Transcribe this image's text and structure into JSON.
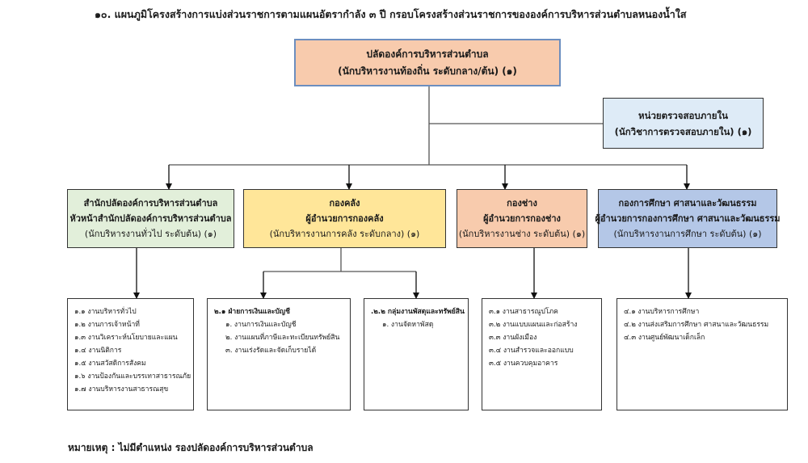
{
  "title": "๑๐. แผนภูมิโครงสร้างการแบ่งส่วนราชการตามแผนอัตรากำลัง ๓ ปี  กรอบโครงสร้างส่วนราชการขององค์การบริหารส่วนตำบลหนองน้ำใส",
  "top": {
    "line1": "ปลัดองค์การบริหารส่วนตำบล",
    "line2": "(นักบริหารงานท้องถิ่น ระดับกลาง/ต้น) (๑)",
    "color": "#f8cbad"
  },
  "audit": {
    "line1": "หน่วยตรวจสอบภายใน",
    "line2": "(นักวิชาการตรวจสอบภายใน) (๑)",
    "color": "#deebf7"
  },
  "departments": [
    {
      "lines": [
        "สำนักปลัดองค์การบริหารส่วนตำบล",
        "หัวหน้าสำนักปลัดองค์การบริหารส่วนตำบล",
        "(นักบริหารงานทั่วไป ระดับต้น) (๑)"
      ],
      "color": "#e2efda"
    },
    {
      "lines": [
        "กองคลัง",
        "ผู้อำนวยการกองคลัง",
        "(นักบริหารงานการคลัง ระดับกลาง) (๑)"
      ],
      "color": "#ffe699"
    },
    {
      "lines": [
        "กองช่าง",
        "ผู้อำนวยการกองช่าง",
        "(นักบริหารงานช่าง ระดับต้น) (๑)"
      ],
      "color": "#f8cbad"
    },
    {
      "lines": [
        "กองการศึกษา ศาสนาและวัฒนธรรม",
        "ผู้อำนวยการกองการศึกษา ศาสนาและวัฒนธรรม",
        "(นักบริหารงานการศึกษา ระดับต้น) (๑)"
      ],
      "color": "#b4c7e7"
    }
  ],
  "units": [
    {
      "items": [
        "๑.๑ งานบริหารทั่วไป",
        "๑.๒ งานการเจ้าหน้าที่",
        "๑.๓ งานวิเคราะห์นโยบายและแผน",
        "๑.๔ งานนิติการ",
        "๑.๕ งานสวัสดิการสังคม",
        "๑.๖ งานป้องกันและบรรเทาสาธารณภัย",
        "๑.๗ งานบริหารงานสาธารณสุข"
      ]
    },
    {
      "heading": "๒.๑ ฝ่ายการเงินและบัญชี",
      "items": [
        "๑. งานการเงินและบัญชี",
        "๒. งานแผนที่ภาษีและทะเบียนทรัพย์สิน",
        "๓. งานเร่งรัดและจัดเก็บรายได้"
      ]
    },
    {
      "heading": ".๒.๒ กลุ่มงานพัสดุและทรัพย์สิน",
      "items": [
        "๑. งานจัดหาพัสดุ"
      ]
    },
    {
      "items": [
        "๓.๑ งานสาธารณูปโภค",
        "๓.๒ งานแบบแผนและก่อสร้าง",
        "๓.๓ งานผังเมือง",
        "๓.๔ งานสำรวจและออกแบบ",
        "๓.๕ งานควบคุมอาคาร"
      ]
    },
    {
      "items": [
        "๔.๑ งานบริหารการศึกษา",
        "๔.๒ งานส่งเสริมการศึกษา ศาสนาและวัฒนธรรม",
        "๔.๓ งานศูนย์พัฒนาเด็กเล็ก"
      ]
    }
  ],
  "note": "หมายเหตุ : ไม่มีตำแหน่ง รองปลัดองค์การบริหารส่วนตำบล"
}
